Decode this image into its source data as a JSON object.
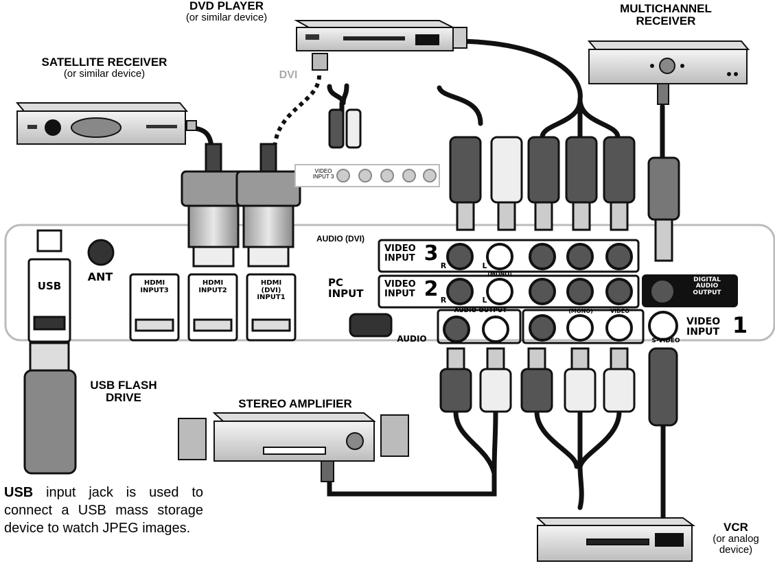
{
  "devices": {
    "dvd": {
      "name": "DVD PLAYER",
      "sub": "(or similar device)"
    },
    "satellite": {
      "name": "SATELLITE RECEIVER",
      "sub": "(or similar device)"
    },
    "multichannel": {
      "line1": "MULTICHANNEL",
      "line2": "RECEIVER"
    },
    "usb_drive": {
      "line1": "USB FLASH",
      "line2": "DRIVE"
    },
    "amplifier": {
      "name": "STEREO AMPLIFIER"
    },
    "vcr": {
      "name": "VCR",
      "sub1": "(or analog",
      "sub2": "device)"
    }
  },
  "labels": {
    "dvi": "DVI",
    "audio_dvi": "AUDIO (DVI)",
    "ant": "ANT",
    "usb": "USB",
    "hdmi_logo": "HDMI",
    "hdmi3": "INPUT3",
    "hdmi2": "INPUT2",
    "hdmi1a": "(DVI)",
    "hdmi1b": "INPUT1",
    "pc1": "PC",
    "pc2": "INPUT",
    "audio": "AUDIO",
    "video": "VIDEO",
    "input": "INPUT",
    "num3": "3",
    "num2": "2",
    "num1": "1",
    "r": "R",
    "l": "L",
    "mono": "(MONO)",
    "audio_output": "AUDIO OUTPUT",
    "video_lbl": "VIDEO",
    "svideo": "S-VIDEO",
    "digital1": "DIGITAL",
    "digital2": "AUDIO",
    "digital3": "OUTPUT",
    "video_input3_small": "VIDEO INPUT 3"
  },
  "note": {
    "bold": "USB",
    "text": " input jack is used to connect a USB mass storage device to watch JPEG images."
  }
}
